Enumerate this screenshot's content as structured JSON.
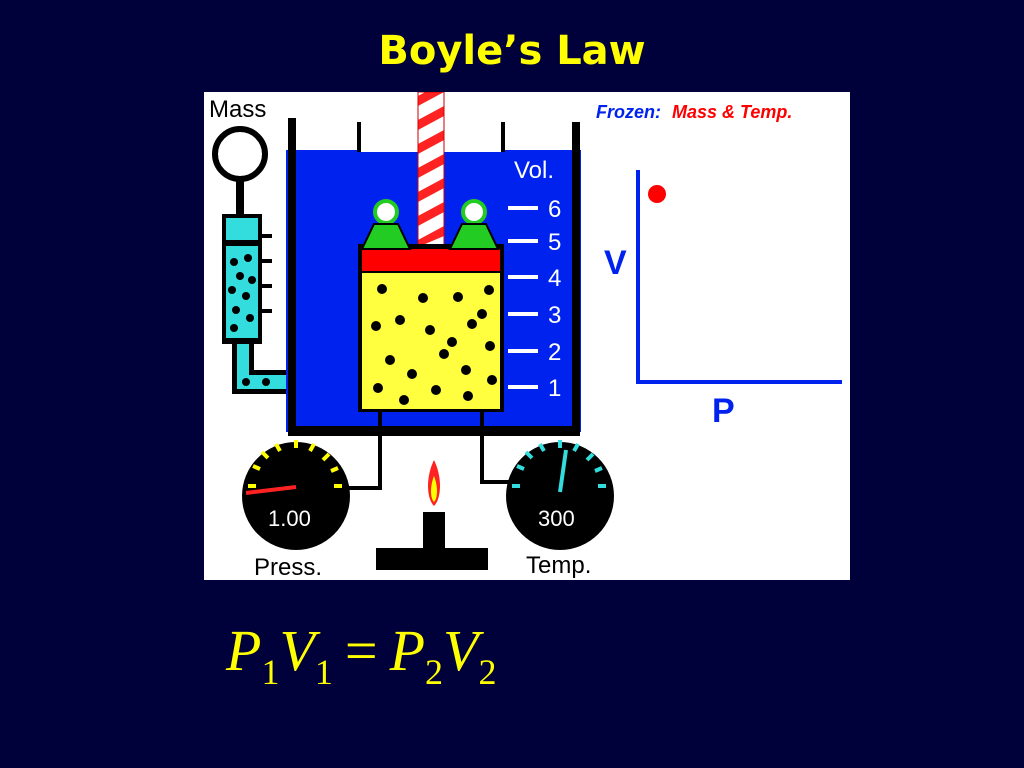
{
  "slide": {
    "title": "Boyle’s Law"
  },
  "diagram": {
    "mass_label": "Mass",
    "vol_label": "Vol.",
    "vol_ticks": [
      "6",
      "5",
      "4",
      "3",
      "2",
      "1"
    ],
    "pressure_label": "Press.",
    "pressure_value": "1.00",
    "temp_label": "Temp.",
    "temp_value": "300",
    "frozen_label": "Frozen:",
    "frozen_vars": "Mass & Temp.",
    "graph": {
      "y_label": "V",
      "x_label": "P"
    },
    "colors": {
      "water": "#0022ee",
      "gas": "#ffff40",
      "piston": "#ff0000",
      "weights": "#22cc22",
      "syringe": "#33dddd",
      "gauge_ticks": "#ffff00",
      "temp_ticks": "#33dddd"
    }
  },
  "equation": {
    "p": "P",
    "v": "V",
    "sub1": "1",
    "sub2": "2",
    "equals": "="
  }
}
